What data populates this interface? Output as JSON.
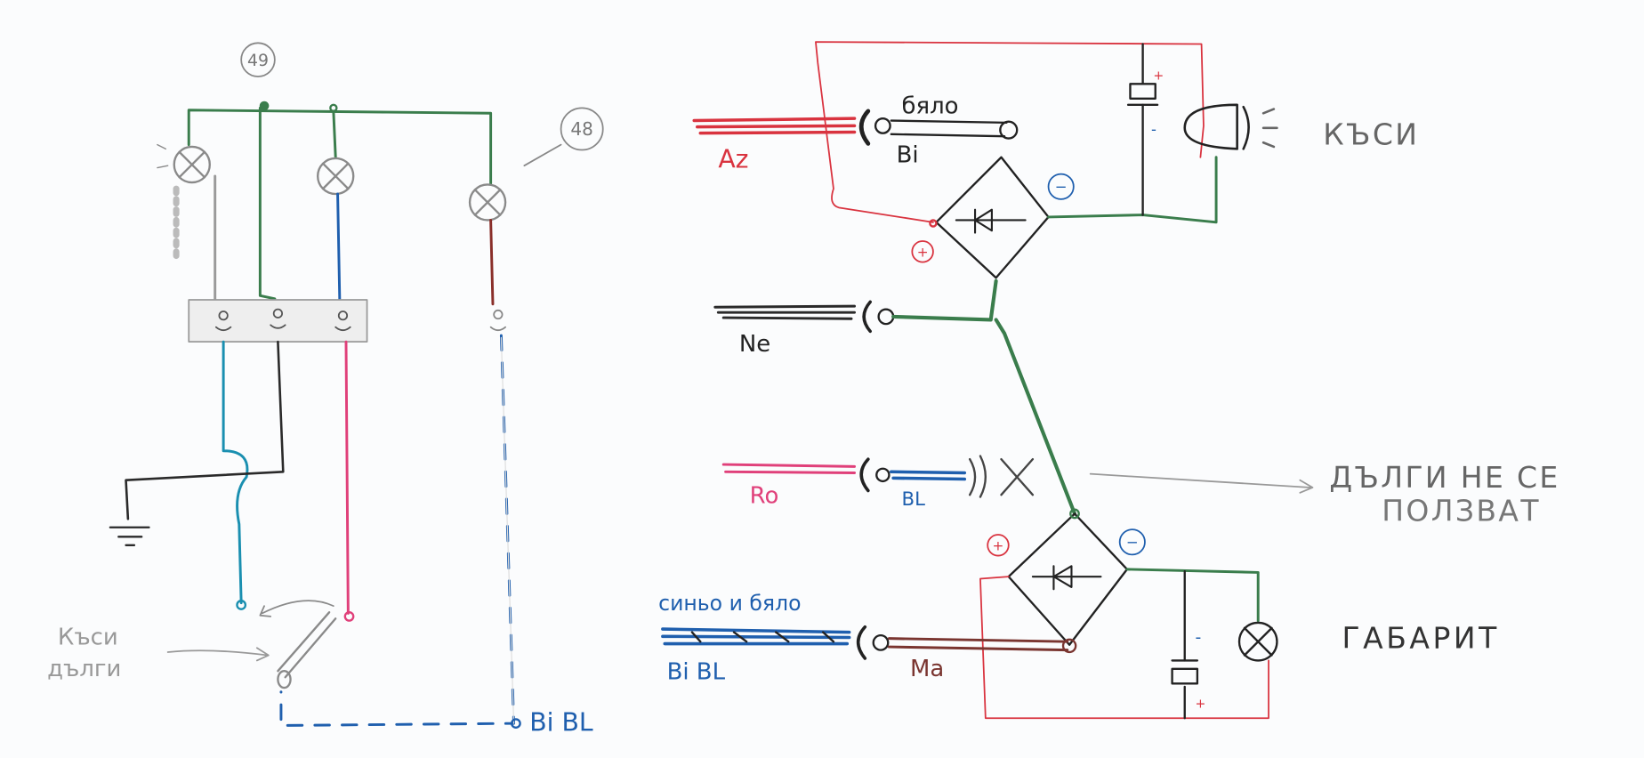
{
  "left_schematic": {
    "node_label_top": "49",
    "lamp_label": "48",
    "switch_label_line1": "Къси",
    "switch_label_line2": "дълги",
    "dashed_wire_label": "Bi BL"
  },
  "right_schematic": {
    "wire_az": {
      "label": "Az",
      "tube_label_top": "бяло",
      "tube_label_bottom": "Bi"
    },
    "wire_ne": {
      "label": "Ne"
    },
    "wire_ro": {
      "label": "Ro",
      "tube_label": "BL"
    },
    "wire_bibl": {
      "label_top": "синьо и бяло",
      "label_bottom": "Bi BL",
      "tube_label": "Ma"
    },
    "bridge_top": {
      "plus": "+",
      "minus": "−",
      "cap_plus": "+",
      "cap_minus": "-"
    },
    "bridge_bottom": {
      "plus": "+",
      "minus": "−",
      "cap_plus": "+",
      "cap_minus": "-"
    },
    "note_short": "КЪСИ",
    "note_long_line1": "ДЪЛГИ НЕ СЕ",
    "note_long_line2": "ПОЛЗВАТ",
    "note_parking": "ГАБАРИТ"
  },
  "colors": {
    "red": "#d9333f",
    "green": "#3a7d4c",
    "blue": "#1f5fae",
    "pink": "#e0407a",
    "teal": "#1a8fb0",
    "gray": "#9a9a9a",
    "brown": "#7a3530",
    "black": "#2a2a2a"
  }
}
